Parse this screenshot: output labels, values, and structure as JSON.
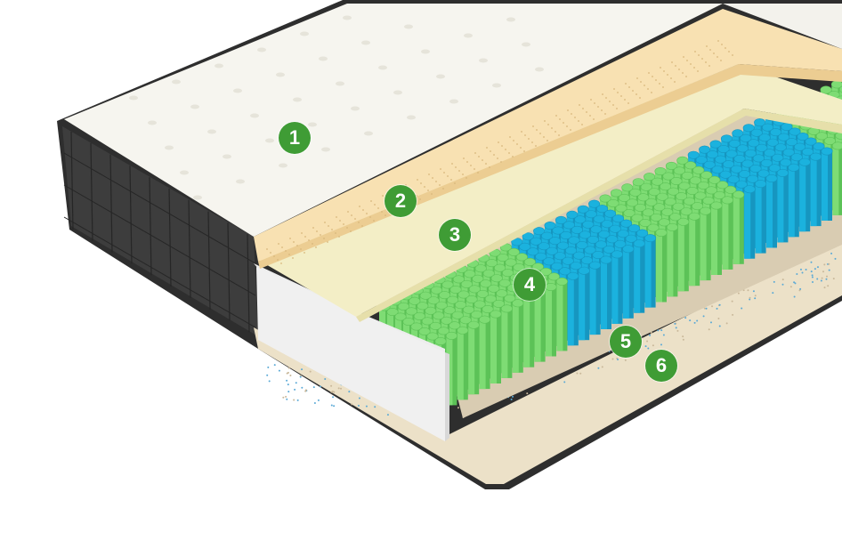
{
  "colors": {
    "badge": "#3f9c35",
    "spring_blue": "#1bb2de",
    "spring_green": "#7edc74",
    "cover": "#f6f5ef",
    "latex": "#f8e1b2",
    "foam": "#f3eec6",
    "side": "#3a3a3a"
  },
  "layers": [
    {
      "number": "1"
    },
    {
      "number": "2"
    },
    {
      "number": "3"
    },
    {
      "number": "4"
    },
    {
      "number": "5"
    },
    {
      "number": "6"
    }
  ]
}
